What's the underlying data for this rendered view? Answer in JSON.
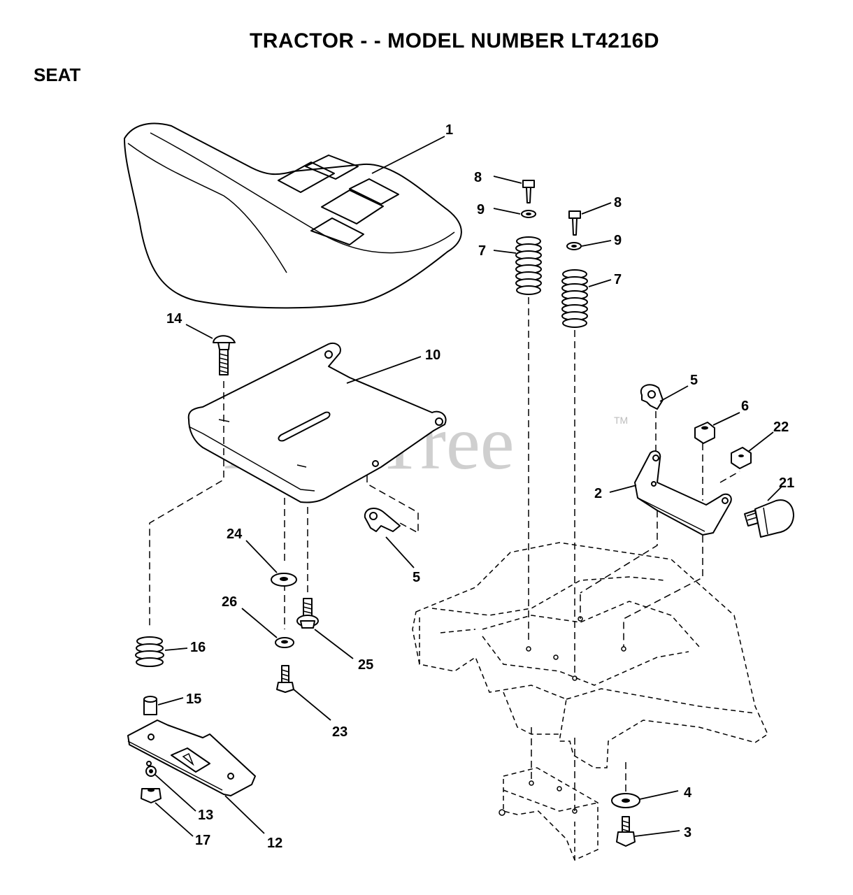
{
  "header": {
    "title": "TRACTOR - - MODEL NUMBER LT4216D",
    "section": "SEAT"
  },
  "watermark": {
    "text": "PartsTree",
    "mark": "TM",
    "color": "#cfcfcf"
  },
  "callouts": {
    "c1": "1",
    "c2": "2",
    "c3": "3",
    "c4": "4",
    "c5a": "5",
    "c5b": "5",
    "c6": "6",
    "c7a": "7",
    "c7b": "7",
    "c8a": "8",
    "c8b": "8",
    "c9a": "9",
    "c9b": "9",
    "c10": "10",
    "c12": "12",
    "c13": "13",
    "c14": "14",
    "c15": "15",
    "c16": "16",
    "c17": "17",
    "c21": "21",
    "c22": "22",
    "c23": "23",
    "c24": "24",
    "c25": "25",
    "c26": "26"
  }
}
